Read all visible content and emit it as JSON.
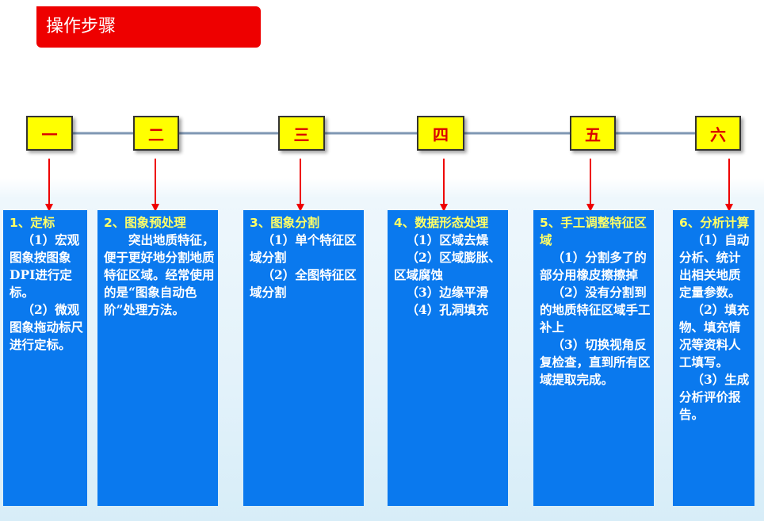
{
  "title": "操作步骤",
  "colors": {
    "title_bg": "#ee0000",
    "step_bg": "#ffff00",
    "step_text": "#d90000",
    "connector": "#7f97b3",
    "arrow": "#ee0000",
    "card_bg": "#0a79ee",
    "card_head": "#ffff66",
    "card_text": "#ffffff"
  },
  "steps": [
    {
      "label": "一",
      "heading_num": "1、",
      "heading": "定标",
      "lines": [
        "（1）宏观图象按图象DPI进行定标。",
        "（2）微观图象拖动标尺进行定标。"
      ]
    },
    {
      "label": "二",
      "heading_num": "2、",
      "heading": "图象预处理",
      "lines": [
        "突出地质特征，便于更好地分割地质特征区域。经常使用的是“图象自动色阶”处理方法。"
      ]
    },
    {
      "label": "三",
      "heading_num": "3、",
      "heading": "图象分割",
      "lines": [
        "（1）单个特征区域分割",
        "（2）全图特征区域分割"
      ]
    },
    {
      "label": "四",
      "heading_num": "4、",
      "heading": "数据形态处理",
      "lines": [
        "（1）区域去燥",
        "（2）区域膨胀、区域腐蚀",
        "（3）边缘平滑",
        "（4）孔洞填充"
      ]
    },
    {
      "label": "五",
      "heading_num": "5、",
      "heading": "手工调整特征区域",
      "lines": [
        "（1）分割多了的部分用橡皮擦擦掉",
        "（2）没有分割到的地质特征区域手工补上",
        "（3）切换视角反复检查，直到所有区域提取完成。"
      ]
    },
    {
      "label": "六",
      "heading_num": "6、",
      "heading": "分析计算",
      "lines": [
        "（1）自动分析、统计出相关地质定量参数。",
        "（2）填充物、填充情况等资料人工填写。",
        "（3）生成分析评价报告。"
      ]
    }
  ]
}
